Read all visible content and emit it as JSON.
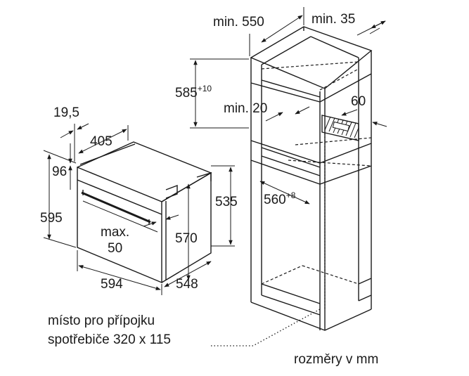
{
  "labels": {
    "min550": "min. 550",
    "min35": "min. 35",
    "d585": "585",
    "d585_sup": "+10",
    "min20": "min. 20",
    "d60": "60",
    "d19_5": "19,5",
    "d405": "405",
    "d96": "96",
    "d595": "595",
    "d535": "535",
    "d560": "560",
    "d560_sup": "+8",
    "max": "max.",
    "d50": "50",
    "d570": "570",
    "d594": "594",
    "d548": "548"
  },
  "note": {
    "line1": "místo pro přípojku",
    "line2": "spotřebiče 320 x 115"
  },
  "units_note": "rozměry v mm"
}
